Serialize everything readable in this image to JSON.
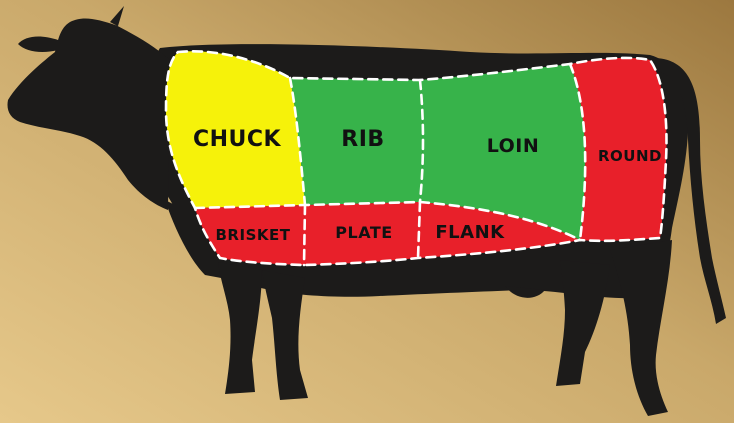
{
  "colors": {
    "background_light": "#e6c88a",
    "background_dark": "#a07a3e",
    "silhouette": "#1c1b1a",
    "premium_cut": "#f6f20a",
    "mid_cut": "#37b34a",
    "lean_cut": "#e8202a",
    "divider": "#ffffff"
  },
  "cuts": {
    "chuck": {
      "label": "CHUCK",
      "color": "yellow"
    },
    "rib": {
      "label": "RIB",
      "color": "green"
    },
    "loin": {
      "label": "LOIN",
      "color": "green"
    },
    "round": {
      "label": "ROUND",
      "color": "red"
    },
    "brisket": {
      "label": "BRISKET",
      "color": "red"
    },
    "plate": {
      "label": "PLATE",
      "color": "red"
    },
    "flank": {
      "label": "FLANK",
      "color": "red"
    }
  }
}
